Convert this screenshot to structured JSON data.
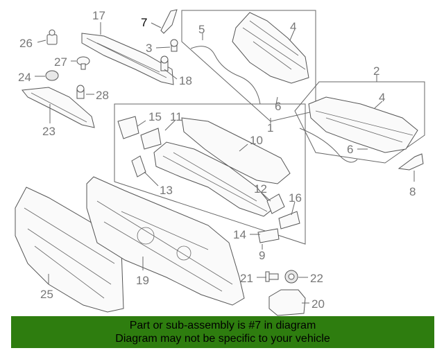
{
  "diagram": {
    "callouts": [
      {
        "id": "7",
        "highlight": true
      },
      {
        "id": "17"
      },
      {
        "id": "26"
      },
      {
        "id": "3"
      },
      {
        "id": "27"
      },
      {
        "id": "24"
      },
      {
        "id": "18"
      },
      {
        "id": "28"
      },
      {
        "id": "23"
      },
      {
        "id": "5"
      },
      {
        "id": "4"
      },
      {
        "id": "6"
      },
      {
        "id": "1"
      },
      {
        "id": "2"
      },
      {
        "id": "4b"
      },
      {
        "id": "6b"
      },
      {
        "id": "8"
      },
      {
        "id": "15"
      },
      {
        "id": "11"
      },
      {
        "id": "10"
      },
      {
        "id": "13"
      },
      {
        "id": "12"
      },
      {
        "id": "16"
      },
      {
        "id": "14"
      },
      {
        "id": "9"
      },
      {
        "id": "25"
      },
      {
        "id": "19"
      },
      {
        "id": "21"
      },
      {
        "id": "22"
      },
      {
        "id": "20"
      }
    ],
    "labels": {
      "c7": "7",
      "c17": "17",
      "c26": "26",
      "c3": "3",
      "c27": "27",
      "c24": "24",
      "c18": "18",
      "c28": "28",
      "c23": "23",
      "c5": "5",
      "c4": "4",
      "c6": "6",
      "c1": "1",
      "c2": "2",
      "c4b": "4",
      "c6b": "6",
      "c8": "8",
      "c15": "15",
      "c11": "11",
      "c10": "10",
      "c13": "13",
      "c12": "12",
      "c16": "16",
      "c14": "14",
      "c9": "9",
      "c25": "25",
      "c19": "19",
      "c21": "21",
      "c22": "22",
      "c20": "20"
    },
    "highlight_color": "#2e7d0f"
  },
  "banner": {
    "line1": "Part or sub-assembly is #7 in diagram",
    "line2": "Diagram may not be specific to your vehicle",
    "background": "#2e7d0f"
  }
}
